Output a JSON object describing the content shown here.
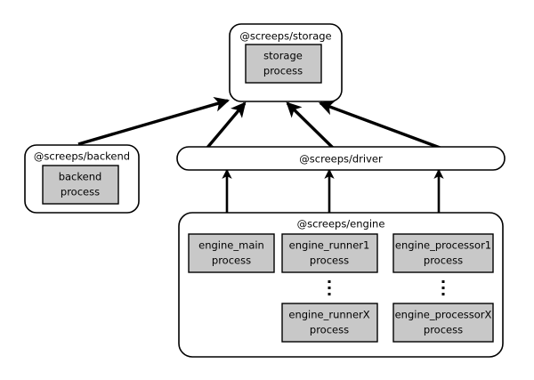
{
  "diagram": {
    "title": "screeps architecture process diagram",
    "type": "block-architecture",
    "background_color": "#ffffff",
    "stroke_color": "#000000",
    "process_fill_color": "#c8c8c8",
    "container_fill_color": "#ffffff"
  },
  "nodes": {
    "storage": {
      "label": "@screeps/storage",
      "shape": "rounded-rect",
      "processes": [
        {
          "name": "storage",
          "kind": "process",
          "line1": "storage",
          "line2": "process"
        }
      ]
    },
    "backend": {
      "label": "@screeps/backend",
      "shape": "rounded-rect",
      "processes": [
        {
          "name": "backend",
          "kind": "process",
          "line1": "backend",
          "line2": "process"
        }
      ]
    },
    "driver": {
      "label": "@screeps/driver",
      "shape": "stadium",
      "processes": []
    },
    "engine": {
      "label": "@screeps/engine",
      "shape": "rounded-rect",
      "processes": [
        {
          "name": "engine_main",
          "kind": "process",
          "line1": "engine_main",
          "line2": "process"
        },
        {
          "name": "engine_runner1",
          "kind": "process",
          "line1": "engine_runner1",
          "line2": "process"
        },
        {
          "name": "engine_processor1",
          "kind": "process",
          "line1": "engine_processor1",
          "line2": "process"
        },
        {
          "name": "engine_runnerX",
          "kind": "process",
          "line1": "engine_runnerX",
          "line2": "process"
        },
        {
          "name": "engine_processorX",
          "kind": "process",
          "line1": "engine_processorX",
          "line2": "process"
        }
      ],
      "ellipsis": [
        {
          "name": "runner-ellipsis",
          "glyph": "vertical-ellipsis"
        },
        {
          "name": "processor-ellipsis",
          "glyph": "vertical-ellipsis"
        }
      ]
    }
  },
  "edges": [
    {
      "name": "backend-to-storage",
      "from": "backend",
      "to": "storage",
      "arrow": "single",
      "direction": "up-right"
    },
    {
      "name": "driver-to-storage-1",
      "from": "driver",
      "to": "storage",
      "arrow": "single",
      "direction": "up-right"
    },
    {
      "name": "driver-to-storage-2",
      "from": "driver",
      "to": "storage",
      "arrow": "single",
      "direction": "up-left"
    },
    {
      "name": "driver-to-storage-3",
      "from": "driver",
      "to": "storage",
      "arrow": "single",
      "direction": "up-left"
    },
    {
      "name": "engine-main-to-driver",
      "from": "engine",
      "to": "driver",
      "arrow": "single",
      "direction": "up"
    },
    {
      "name": "engine-runner-to-driver",
      "from": "engine",
      "to": "driver",
      "arrow": "single",
      "direction": "up"
    },
    {
      "name": "engine-processor-to-driver",
      "from": "engine",
      "to": "driver",
      "arrow": "single",
      "direction": "up"
    }
  ]
}
